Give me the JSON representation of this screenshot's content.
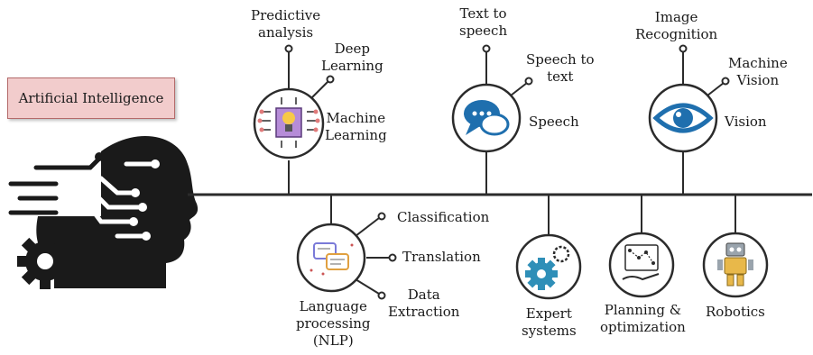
{
  "root": {
    "label": "Artificial Intelligence"
  },
  "top": {
    "ml": {
      "predictive": "Predictive\nanalysis",
      "deep": "Deep\nLearning",
      "main": "Machine\nLearning"
    },
    "speech": {
      "tts": "Text to\nspeech",
      "stt": "Speech to\ntext",
      "main": "Speech"
    },
    "vision": {
      "image": "Image\nRecognition",
      "machine": "Machine\nVision",
      "main": "Vision"
    }
  },
  "bottom": {
    "nlp": {
      "classification": "Classification",
      "translation": "Translation",
      "extraction": "Data\nExtraction",
      "main": "Language\nprocessing\n(NLP)"
    },
    "expert": {
      "main": "Expert\nsystems"
    },
    "planning": {
      "main": "Planning &\noptimization"
    },
    "robotics": {
      "main": "Robotics"
    }
  },
  "colors": {
    "accent": "#1f6fae",
    "box_fill": "#f2cccc",
    "box_border": "#b46a6a",
    "line": "#2b2b2b"
  }
}
